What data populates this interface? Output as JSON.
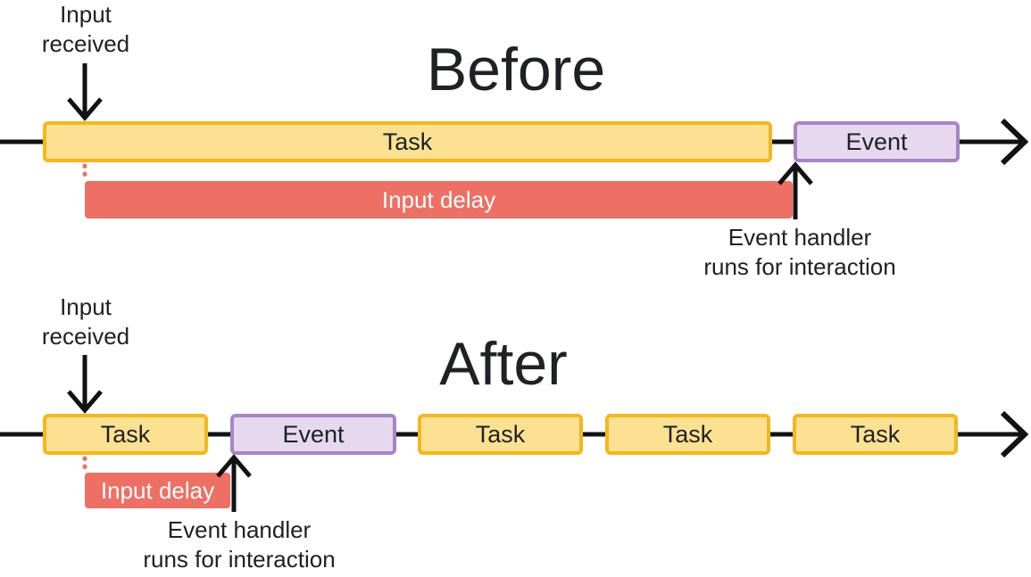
{
  "colors": {
    "task_fill": "#FBE191",
    "task_border": "#F5B81C",
    "event_fill": "#E6D9EF",
    "event_border": "#A885C7",
    "delay_fill": "#EE6F63",
    "delay_text": "#FFFFFF",
    "line": "#121212",
    "text": "#202124"
  },
  "before": {
    "title": "Before",
    "input_label": "Input\nreceived",
    "task_label": "Task",
    "event_label": "Event",
    "delay_label": "Input delay",
    "handler_label": "Event handler\nruns for interaction"
  },
  "after": {
    "title": "After",
    "input_label": "Input\nreceived",
    "event_label": "Event",
    "task_labels": [
      "Task",
      "Task",
      "Task",
      "Task"
    ],
    "delay_label": "Input delay",
    "handler_label": "Event handler\nruns for interaction"
  }
}
